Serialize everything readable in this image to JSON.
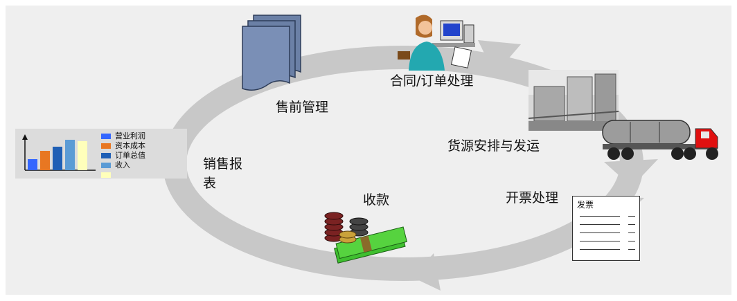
{
  "labels": {
    "presales": "售前管理",
    "order": "合同/订单处理",
    "sourcing": "货源安排与发运",
    "invoicing": "开票处理",
    "payment": "收款",
    "report": "销售报表"
  },
  "report_legend": [
    {
      "label": "营业利润",
      "color": "#3366ff"
    },
    {
      "label": "资本成本",
      "color": "#e87722"
    },
    {
      "label": "订单总值",
      "color": "#1f5fb5"
    },
    {
      "label": "收入",
      "color": "#5b9bd5"
    },
    {
      "label": "",
      "color": "#ffffbb"
    }
  ],
  "invoice": {
    "title": "发票"
  },
  "icons": [
    "document-stack-icon",
    "office-worker-icon",
    "warehouse-photo-icon",
    "tanker-truck-icon",
    "invoice-icon",
    "money-icon",
    "bar-chart-icon"
  ]
}
